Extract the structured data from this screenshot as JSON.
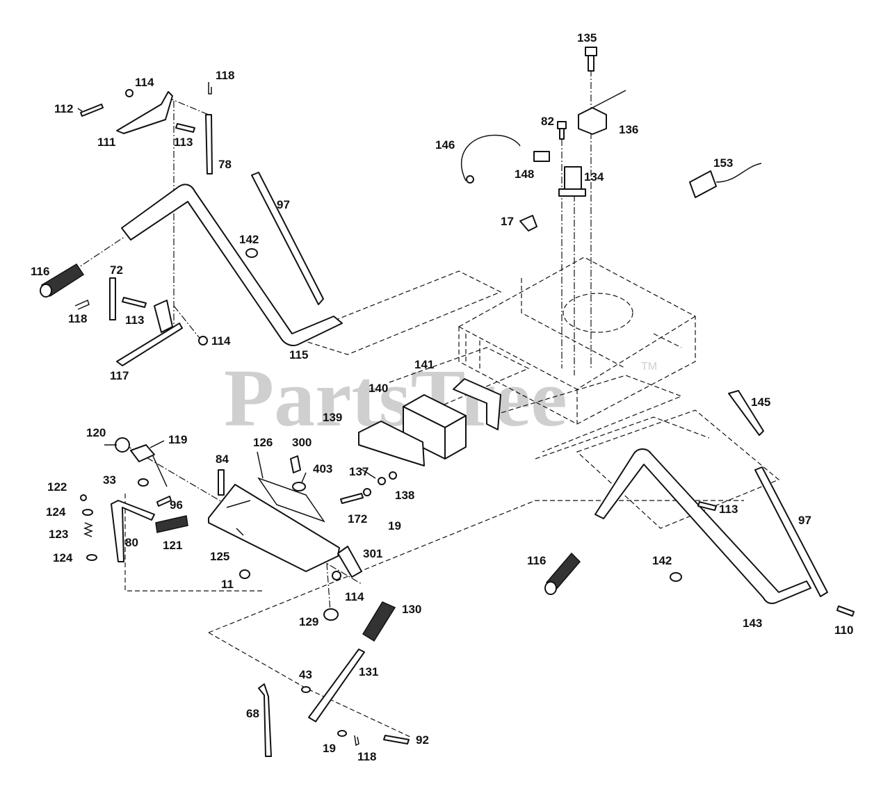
{
  "watermark": {
    "brand": "PartsTree",
    "trademark": "TM"
  },
  "labels": {
    "l135": "135",
    "l118a": "118",
    "l114a": "114",
    "l112": "112",
    "l111": "111",
    "l113a": "113",
    "l78": "78",
    "l82": "82",
    "l136": "136",
    "l146": "146",
    "l148": "148",
    "l134": "134",
    "l153": "153",
    "l97a": "97",
    "l17": "17",
    "l142a": "142",
    "l116a": "116",
    "l72": "72",
    "l118b": "118",
    "l113b": "113",
    "l114b": "114",
    "l115": "115",
    "l117": "117",
    "l141": "141",
    "l140": "140",
    "l139": "139",
    "l145": "145",
    "l120": "120",
    "l119": "119",
    "l126": "126",
    "l300": "300",
    "l84": "84",
    "l403": "403",
    "l33": "33",
    "l122": "122",
    "l96": "96",
    "l137": "137",
    "l138": "138",
    "l124a": "124",
    "l123": "123",
    "l124b": "124",
    "l80": "80",
    "l121": "121",
    "l172": "172",
    "l19a": "19",
    "l125": "125",
    "l301": "301",
    "l113c": "113",
    "l97b": "97",
    "l116b": "116",
    "l142b": "142",
    "l11": "11",
    "l114c": "114",
    "l143": "143",
    "l110": "110",
    "l129": "129",
    "l130": "130",
    "l43": "43",
    "l131": "131",
    "l68": "68",
    "l92": "92",
    "l19b": "19",
    "l118c": "118"
  }
}
